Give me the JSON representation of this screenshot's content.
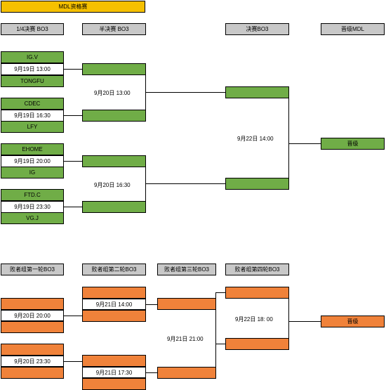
{
  "title": "MDL资格赛",
  "upper": {
    "headers": [
      "1/4决赛 BO3",
      "半决赛 BO3",
      "决赛BO3",
      "晋级MDL"
    ],
    "qf": [
      {
        "team1": "IG.V",
        "time": "9月19日 13:00",
        "team2": "TONGFU"
      },
      {
        "team1": "CDEC",
        "time": "9月19日 16:30",
        "team2": "LFY"
      },
      {
        "team1": "EHOME",
        "time": "9月19日 20:00",
        "team2": "IG"
      },
      {
        "team1": "FTD.C",
        "time": "9月19日 23:30",
        "team2": "VG.J"
      }
    ],
    "sf_times": [
      "9月20日 13:00",
      "9月20日 16:30"
    ],
    "final_time": "9月22日 14:00",
    "advance": "晋级"
  },
  "lower": {
    "headers": [
      "败者组第一轮BO3",
      "败者组第二轮BO3",
      "败者组第三轮BO3",
      "败者组第四轮BO3"
    ],
    "r1_times": [
      "9月20日 20:00",
      "9月20日 23:30"
    ],
    "r2_times": [
      "9月21日 14:00",
      "9月21日 17:30"
    ],
    "r3_time": "9月21日 21:00",
    "r4_time": "9月22日 18: 00",
    "advance": "晋级"
  }
}
